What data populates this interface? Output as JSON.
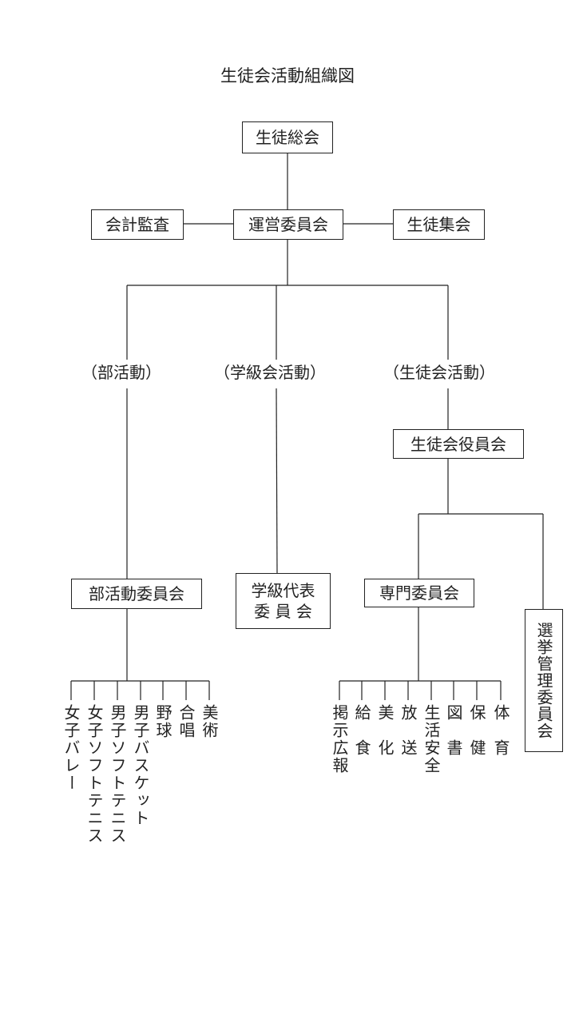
{
  "title": "生徒会活動組織図",
  "nodes": {
    "general_assembly": "生徒総会",
    "steering_committee": "運営委員会",
    "audit": "会計監査",
    "student_meeting": "生徒集会",
    "officers": "生徒会役員会",
    "club_committee": "部活動委員会",
    "class_rep_line1": "学級代表",
    "class_rep_line2": "委 員 会",
    "specialist_committee": "専門委員会",
    "election_committee": "選挙管理委員会"
  },
  "categories": {
    "clubs": "（部活動）",
    "class": "（学級会活動）",
    "student_council": "（生徒会活動）"
  },
  "clubs": [
    "女子バレー",
    "女子ソフトテニス",
    "男子ソフトテニス",
    "男子バスケット",
    "野球",
    "合唱",
    "美術"
  ],
  "specialist_committees": [
    "掲示広報",
    "給　食",
    "美　化",
    "放　送",
    "生活安全",
    "図　書",
    "保　健",
    "体　育"
  ]
}
